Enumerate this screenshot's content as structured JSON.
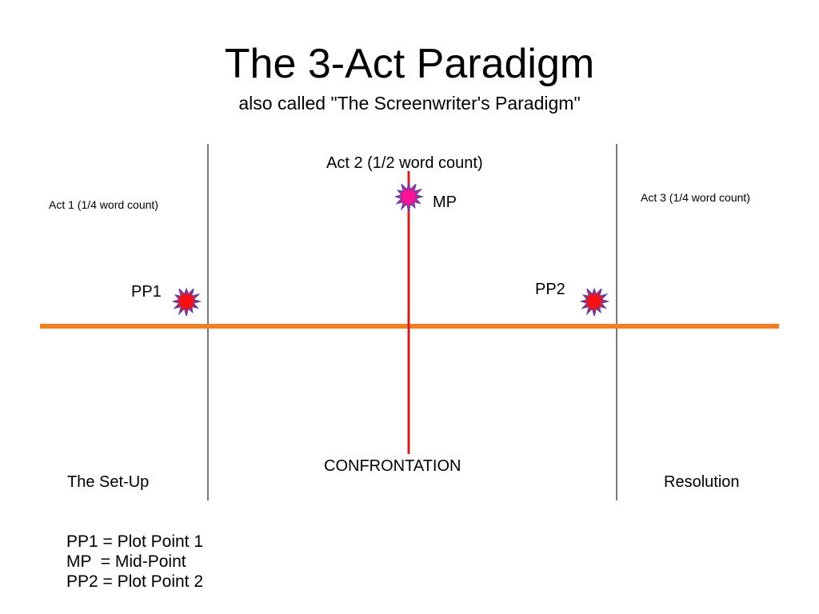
{
  "title": "The 3-Act Paradigm",
  "subtitle": "also called \"The Screenwriter's Paradigm\"",
  "labels": {
    "act1": "Act 1 (1/4 word count)",
    "act2": "Act 2 (1/2 word count)",
    "act3": "Act 3 (1/4 word count)",
    "mp": "MP",
    "pp1": "PP1",
    "pp2": "PP2",
    "confrontation": "CONFRONTATION",
    "setup": "The Set-Up",
    "resolution": "Resolution"
  },
  "legend": [
    "PP1 = Plot Point 1",
    "MP  = Mid-Point",
    "PP2 = Plot Point 2"
  ],
  "colors": {
    "timeline": "#f08020",
    "midpoint_line": "#d02020",
    "act_dividers": "#333333",
    "plot_point_burst": "#ff1010",
    "plot_point_outline": "#6040a0",
    "midpoint_burst": "#ff1493"
  }
}
